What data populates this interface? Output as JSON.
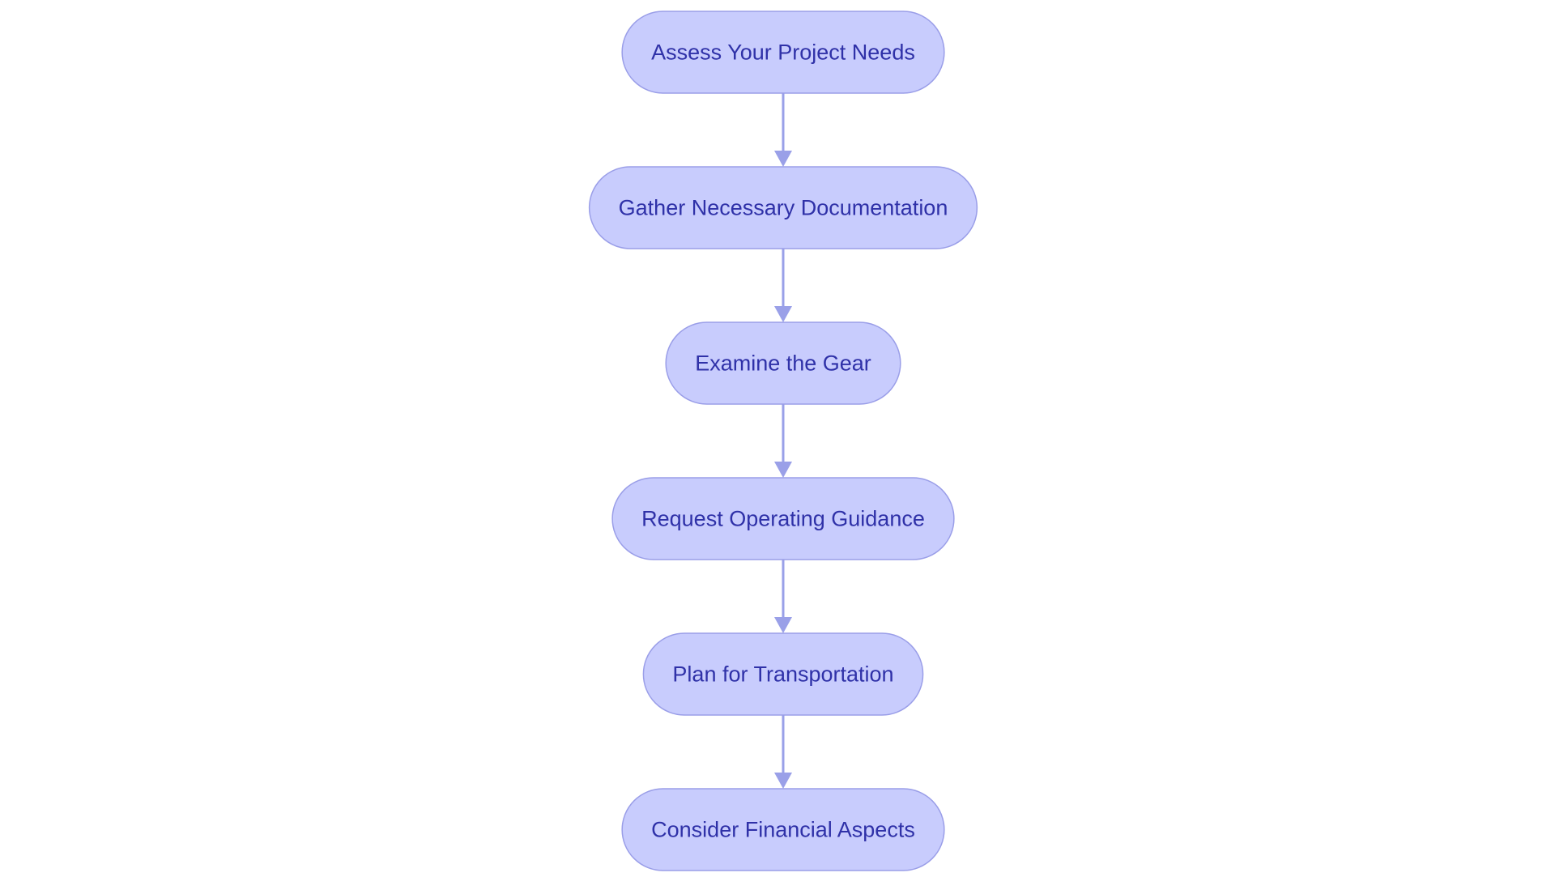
{
  "diagram": {
    "colors": {
      "node_fill": "#c8ccfd",
      "node_stroke": "#9a9ee8",
      "text": "#2f31a8",
      "edge": "#9aa0e8"
    },
    "nodes": [
      {
        "id": "assess",
        "label": "Assess Your Project Needs"
      },
      {
        "id": "gather",
        "label": "Gather Necessary Documentation"
      },
      {
        "id": "examine",
        "label": "Examine the Gear"
      },
      {
        "id": "request",
        "label": "Request Operating Guidance"
      },
      {
        "id": "plan",
        "label": "Plan for Transportation"
      },
      {
        "id": "consider",
        "label": "Consider Financial Aspects"
      }
    ],
    "edges": [
      {
        "from": "assess",
        "to": "gather"
      },
      {
        "from": "gather",
        "to": "examine"
      },
      {
        "from": "examine",
        "to": "request"
      },
      {
        "from": "request",
        "to": "plan"
      },
      {
        "from": "plan",
        "to": "consider"
      }
    ]
  }
}
